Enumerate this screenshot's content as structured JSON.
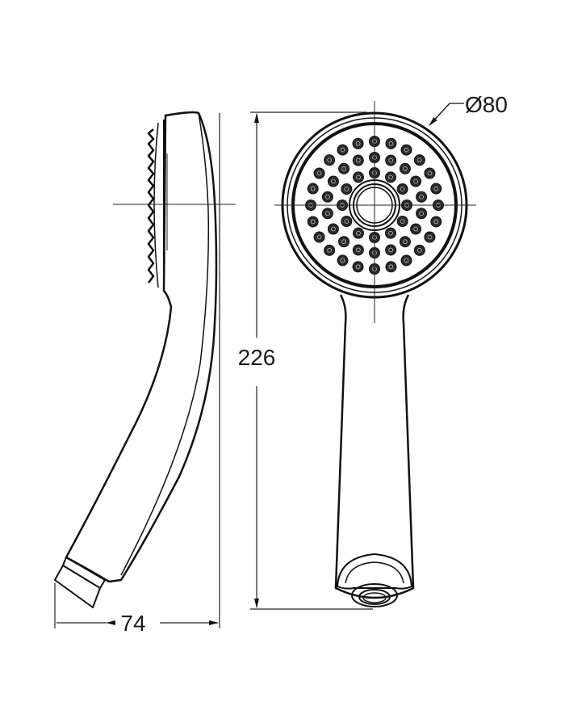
{
  "drawing": {
    "diameter_label": "Ø80",
    "height_label": "226",
    "width_label": "74"
  },
  "nozzle_rings": [
    {
      "count": 12
    },
    {
      "count": 18
    },
    {
      "count": 24
    }
  ],
  "colors": {
    "line": "#111111",
    "background": "#ffffff"
  }
}
